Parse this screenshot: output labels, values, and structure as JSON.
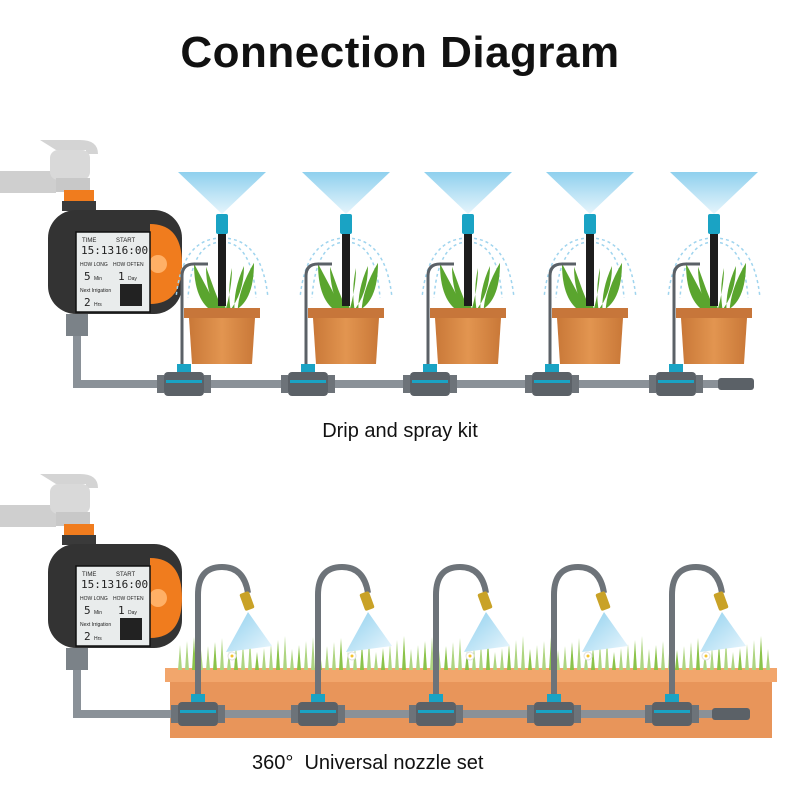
{
  "title": "Connection Diagram",
  "kits": [
    {
      "caption": "Drip and spray kit",
      "timer": {
        "labels": [
          "TIME",
          "START",
          "HOW LONG",
          "HOW OFTEN",
          "Next Irrigation"
        ],
        "values": [
          "15:13",
          "16:00",
          "5",
          "1",
          "2"
        ],
        "units": [
          "Min",
          "Day",
          "Hrs"
        ]
      },
      "outlets": 5,
      "outlet_type": "drip-spray-stake"
    },
    {
      "caption": "360°  Universal nozzle set",
      "timer": {
        "labels": [
          "TIME",
          "START",
          "HOW LONG",
          "HOW OFTEN",
          "Next Irrigation"
        ],
        "values": [
          "15:13",
          "16:00",
          "5",
          "1",
          "2"
        ],
        "units": [
          "Min",
          "Day",
          "Hrs"
        ]
      },
      "outlets": 5,
      "outlet_type": "flexible-nozzle"
    }
  ],
  "colors": {
    "pipe": "#8a9198",
    "tee": "#5b6167",
    "accent": "#1aa3c4",
    "pot": "#d98a45",
    "planter": "#e8955a",
    "plant": "#5aa52e",
    "timer_body": "#333333",
    "timer_orange": "#f07c1e",
    "spray": "#a9dbf2"
  }
}
